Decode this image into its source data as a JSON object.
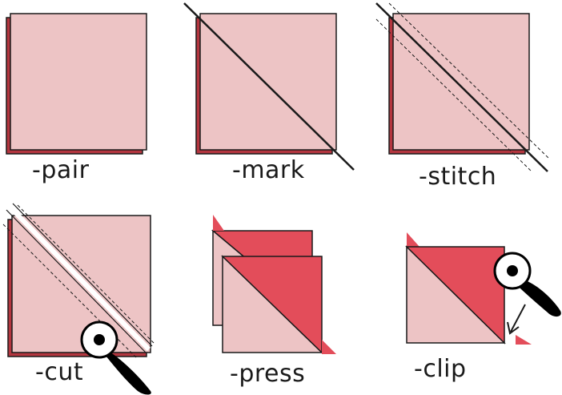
{
  "steps": [
    {
      "key": "pair",
      "label": "-pair"
    },
    {
      "key": "mark",
      "label": "-mark"
    },
    {
      "key": "stitch",
      "label": "-stitch"
    },
    {
      "key": "cut",
      "label": "-cut"
    },
    {
      "key": "press",
      "label": "-press"
    },
    {
      "key": "clip",
      "label": "-clip"
    }
  ],
  "colors": {
    "fabric_light": "#edc4c5",
    "fabric_dark": "#e34d5a",
    "fabric_shadow": "#b4363f",
    "outline": "#1a1a1a",
    "cutter": "#000000",
    "background": "#ffffff"
  },
  "icons": [
    "rotary-cutter-icon",
    "clip-arrow-icon"
  ]
}
